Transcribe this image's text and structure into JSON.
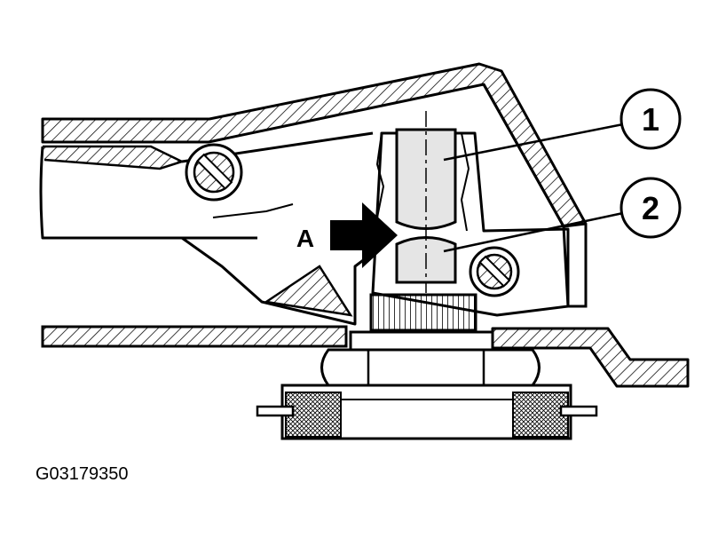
{
  "callouts": [
    "1",
    "2"
  ],
  "arrow_label": "A",
  "figure_code": "G03179350"
}
